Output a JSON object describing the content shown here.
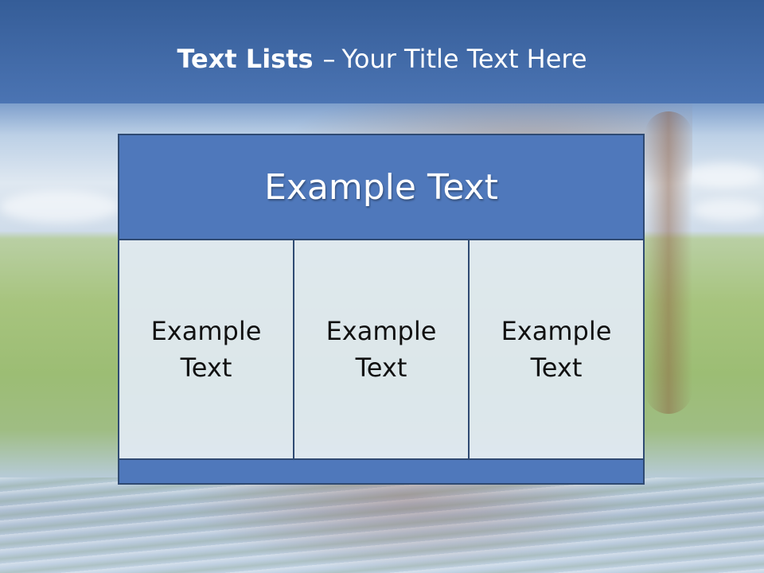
{
  "slide": {
    "title_bold": "Text Lists",
    "title_separator": "–",
    "title_rest": "Your Title Text Here"
  },
  "table": {
    "header": "Example Text",
    "cells": [
      "Example Text",
      "Example Text",
      "Example Text"
    ]
  },
  "colors": {
    "title_band": "#4b74b3",
    "header_fill": "#4f78bb",
    "cell_fill": "#e2eaf4",
    "border": "#2f4a72"
  }
}
